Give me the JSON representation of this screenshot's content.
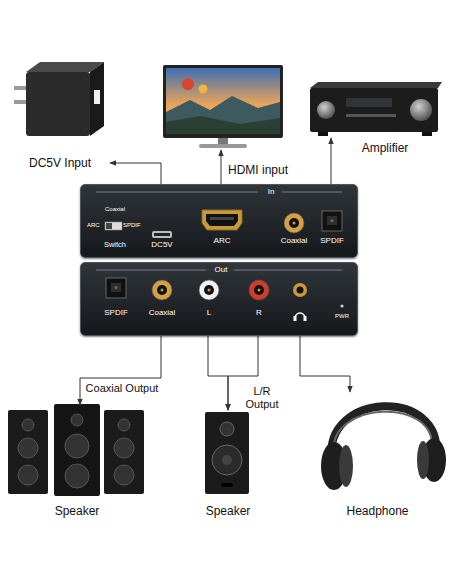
{
  "diagram": {
    "nodes": [
      {
        "text": [
          "DC5V Input"
        ]
      },
      {
        "text": [
          "HDMI input"
        ]
      },
      {
        "text": [
          "Amplifier"
        ]
      },
      {
        "text": [
          "In"
        ]
      },
      {
        "text": [
          "Coaxial",
          "ARC",
          "SPDIF",
          "Switch"
        ],
        "in": 3
      },
      {
        "text": [
          "DC5V"
        ],
        "in": 3
      },
      {
        "text": [
          "ARC"
        ],
        "in": 3
      },
      {
        "text": [
          "Coaxial"
        ],
        "in": 3
      },
      {
        "text": [
          "SPDIF"
        ],
        "in": 3
      },
      {
        "text": [
          "Out"
        ]
      },
      {
        "text": [
          "SPDIF"
        ],
        "in": 9
      },
      {
        "text": [
          "Coaxial"
        ],
        "in": 9
      },
      {
        "text": [
          "L"
        ],
        "in": 9
      },
      {
        "text": [
          "R"
        ],
        "in": 9
      },
      {
        "text": [
          "Speaker"
        ]
      },
      {
        "text": [
          "Speaker"
        ]
      },
      {
        "text": [
          "Headphone"
        ]
      }
    ],
    "edges": [
      {
        "from": 5,
        "to": 0,
        "arrow": "to"
      },
      {
        "from": 6,
        "to": 1,
        "arrow": "to"
      },
      {
        "from": 8,
        "to": 2,
        "arrow": "to"
      },
      {
        "from": 11,
        "to": 14,
        "arrow": "to",
        "label": "Coaxial Output"
      },
      {
        "from": 12,
        "to": 15,
        "arrow": "to",
        "label": "L/R Output"
      },
      {
        "from": 13,
        "to": 15,
        "arrow": "to"
      },
      {
        "from": 9,
        "to": 16,
        "arrow": "to"
      }
    ],
    "labels": [
      "PWR"
    ]
  }
}
